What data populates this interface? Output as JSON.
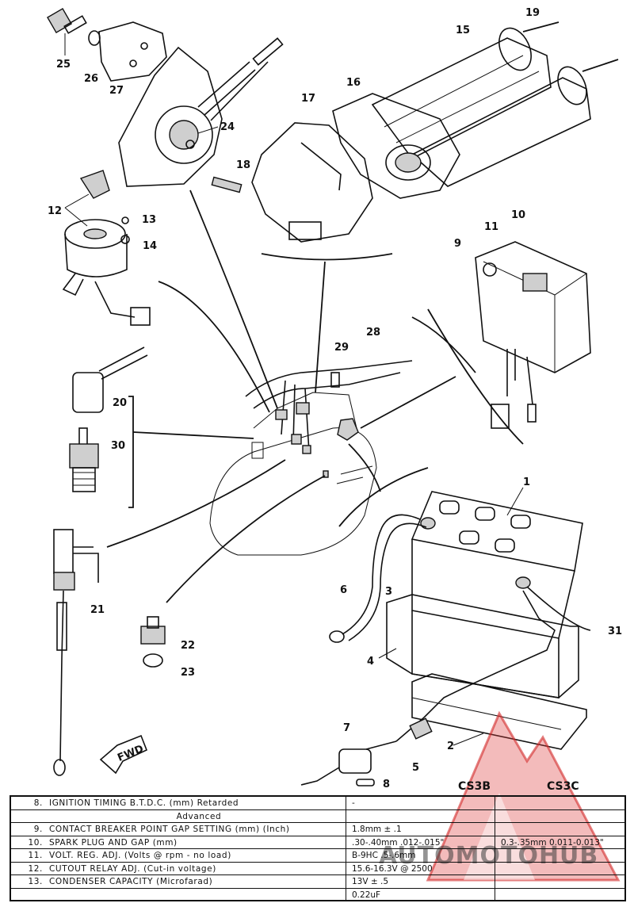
{
  "callouts": {
    "c1": "1",
    "c2": "2",
    "c3": "3",
    "c4": "4",
    "c5": "5",
    "c6": "6",
    "c7": "7",
    "c8": "8",
    "c9": "9",
    "c10": "10",
    "c11": "11",
    "c12": "12",
    "c13": "13",
    "c14": "14",
    "c15": "15",
    "c16": "16",
    "c17": "17",
    "c18": "18",
    "c19": "19",
    "c20": "20",
    "c21": "21",
    "c22": "22",
    "c23": "23",
    "c24": "24",
    "c25": "25",
    "c26": "26",
    "c27": "27",
    "c28": "28",
    "c29": "29",
    "c30": "30",
    "c31": "31"
  },
  "fwd_label": "FWD",
  "watermark": "AUTOMOTOHUB",
  "columns": {
    "b": "CS3B",
    "c": "CS3C"
  },
  "specs": [
    {
      "num": "8.",
      "label": "IGNITION TIMING B.T.D.C. (mm) Retarded",
      "b": "-",
      "c": ""
    },
    {
      "num": "",
      "label": "Advanced",
      "b": "",
      "c": ""
    },
    {
      "num": "9.",
      "label": "CONTACT BREAKER POINT GAP SETTING (mm) (Inch)",
      "b": "1.8mm ± .1",
      "c": ""
    },
    {
      "num": "10.",
      "label": "SPARK PLUG AND GAP (mm)",
      "b": ".30-.40mm .012-.015\"",
      "c": "0.3-.35mm  0.011-0.013\""
    },
    {
      "num": "11.",
      "label": "VOLT. REG. ADJ. (Volts @ rpm - no load)",
      "b": "B-9HC  .5-.6mm",
      "c": ""
    },
    {
      "num": "12.",
      "label": "CUTOUT RELAY ADJ. (Cut-in voltage)",
      "b": "15.6-16.3V @ 2500",
      "c": ""
    },
    {
      "num": "13.",
      "label": "CONDENSER CAPACITY (Microfarad)",
      "b": "13V ± .5",
      "c": ""
    },
    {
      "num": "",
      "label": "",
      "b": "0.22uF",
      "c": ""
    }
  ]
}
